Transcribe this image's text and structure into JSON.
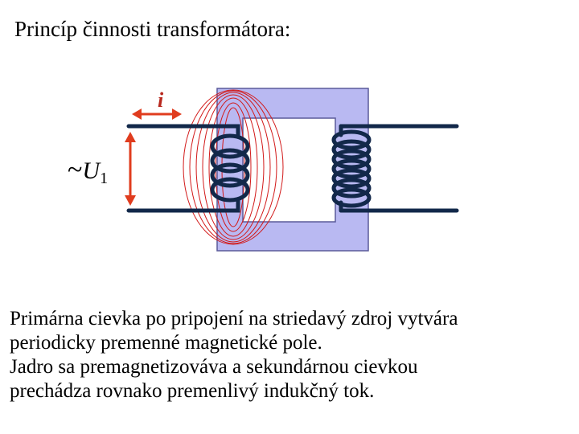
{
  "title": "Princíp činnosti transformátora:",
  "diagram": {
    "current_label": "i",
    "voltage_tilde": "~",
    "voltage_symbol": "U",
    "voltage_subscript": "1",
    "colors": {
      "core": "#b9b9f2",
      "core_stroke": "#5a5a9a",
      "wire": "#12284a",
      "field_lines": "#d21a1a",
      "arrow": "#e03c1e",
      "current_label": "#b8281e"
    }
  },
  "caption": {
    "line1": "Primárna cievka po pripojení na striedavý zdroj vytvára",
    "line2": "periodicky premenné magnetické pole.",
    "line3": "Jadro sa premagnetizováva a sekundárnou cievkou",
    "line4": "prechádza rovnako premenlivý indukčný tok."
  }
}
